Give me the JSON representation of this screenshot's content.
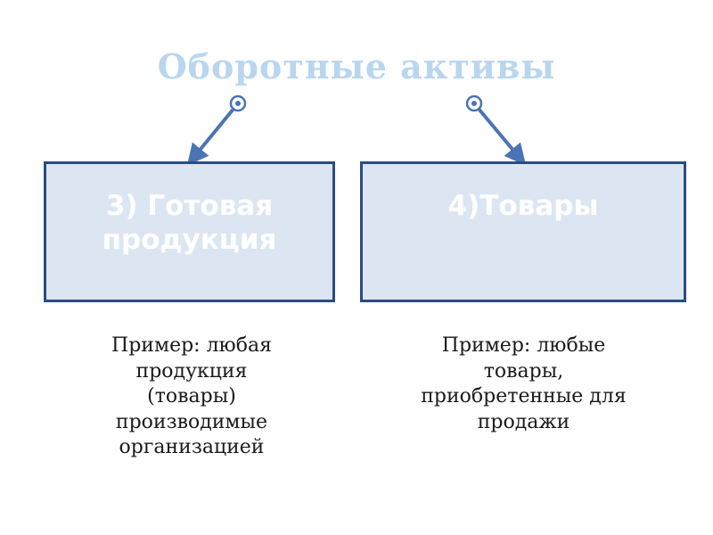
{
  "title": "Оборотные активы",
  "colors": {
    "title": "#b9d6ee",
    "box_fill": "#dce6f2",
    "box_border": "#294d80",
    "connector": "#4a74b4",
    "note_text": "#1a1a1a"
  },
  "boxes": [
    {
      "label": "3) Готовая\nпродукция",
      "note": "Пример: любая\nпродукция\n(товары)\nпроизводимые\nорганизацией"
    },
    {
      "label": "4)Товары",
      "note": "Пример: любые\nтовары,\nприобретенные для\nпродажи"
    }
  ]
}
